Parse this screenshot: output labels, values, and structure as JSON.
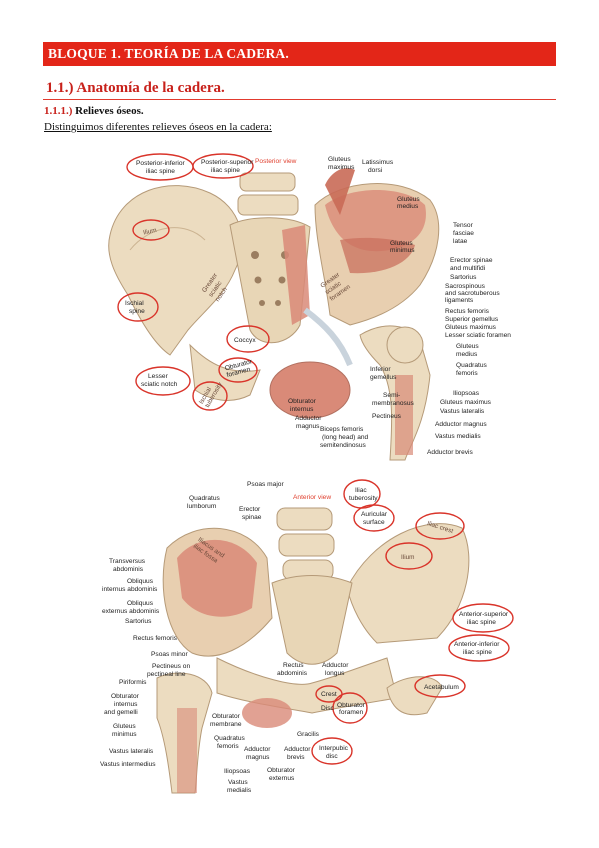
{
  "header": {
    "banner": "BLOQUE 1. TEORÍA DE LA CADERA.",
    "section": "1.1.) Anatomía de la cadera.",
    "subsection_num": "1.1.1.)",
    "subsection_title": "Relieves óseos.",
    "intro": "Distinguimos diferentes relieves óseos en la cadera:"
  },
  "figure1": {
    "view": "Posterior view",
    "labels": {
      "pi_spine": [
        "Posterior-inferior",
        "iliac spine"
      ],
      "ps_spine": [
        "Posterior-superior",
        "iliac spine"
      ],
      "gluteus_maximus": [
        "Gluteus",
        "maximus"
      ],
      "latissimus": [
        "Latissimus",
        "dorsi"
      ],
      "gluteus_medius": [
        "Gluteus",
        "medius"
      ],
      "tensor": [
        "Tensor",
        "fasciae",
        "latae"
      ],
      "gluteus_minimus": [
        "Gluteus",
        "minimus"
      ],
      "erector": [
        "Erector spinae",
        "and multifidi"
      ],
      "sartorius": "Sartorius",
      "ilium": "Ilium",
      "greater_sciatic_notch": [
        "Greater",
        "sciatic",
        "notch"
      ],
      "greater_sciatic_foramen": [
        "Greater",
        "sciatic",
        "foramen"
      ],
      "sacrospinous": [
        "Sacrospinous",
        "and sacrotuberous",
        "ligaments"
      ],
      "ischial_spine": [
        "Ischial",
        "spine"
      ],
      "rectus_femoris": "Rectus femoris",
      "superior_gemellus": "Superior gemellus",
      "gluteus_maximus2": "Gluteus maximus",
      "lesser_sciatic_foramen": "Lesser sciatic foramen",
      "coccyx": "Coccyx",
      "gluteus_medius2": [
        "Gluteus",
        "medius"
      ],
      "quadratus": [
        "Quadratus",
        "femoris"
      ],
      "obturator_foramen": [
        "Obturator",
        "foramen"
      ],
      "lesser_sciatic_notch": [
        "Lesser",
        "sciatic notch"
      ],
      "ischial_tuberosity": [
        "Ischial",
        "tuberosity"
      ],
      "inferior_gemellus": [
        "Inferior",
        "gemellus"
      ],
      "iliopsoas": "Iliopsoas",
      "gluteus_maximus3": "Gluteus maximus",
      "obturator_internus": [
        "Obturator",
        "internus"
      ],
      "semimembranosus": [
        "Semi-",
        "membranosus"
      ],
      "vastus_lateralis": "Vastus lateralis",
      "adductor_magnus": [
        "Adductor",
        "magnus"
      ],
      "pectineus": "Pectineus",
      "adductor_magnus2": "Adductor magnus",
      "biceps": [
        "Biceps femoris",
        "(long head) and",
        "semitendinosus"
      ],
      "vastus_medialis": "Vastus medialis",
      "adductor_brevis": "Adductor brevis"
    }
  },
  "figure2": {
    "view": "Anterior view",
    "labels": {
      "psoas_major": "Psoas major",
      "quadratus_lumborum": [
        "Quadratus",
        "lumborum"
      ],
      "erector": [
        "Erector",
        "spinae"
      ],
      "iliac_tuberosity": [
        "Iliac",
        "tuberosity"
      ],
      "auricular": [
        "Auricular",
        "surface"
      ],
      "iliac_crest": "Iliac crest",
      "transversus": [
        "Transversus",
        "abdominis"
      ],
      "iliacus": [
        "Iliacus and",
        "iliac fossa"
      ],
      "ilium": "Ilium",
      "obliquus_int": [
        "Obliquus",
        "internus abdominis"
      ],
      "obliquus_ext": [
        "Obliquus",
        "externus abdominis"
      ],
      "sartorius": "Sartorius",
      "as_spine": [
        "Anterior-superior",
        "iliac spine"
      ],
      "rectus_femoris": "Rectus femoris",
      "ai_spine": [
        "Anterior-inferior",
        "iliac spine"
      ],
      "psoas_minor": "Psoas minor",
      "pectineus": [
        "Pectineus on",
        "pectineal line"
      ],
      "piriformis": "Piriformis",
      "rectus_abdominis": [
        "Rectus",
        "abdominis"
      ],
      "adductor_longus": [
        "Adductor",
        "longus"
      ],
      "acetabulum": "Acetabulum",
      "crest": "Crest",
      "obturator_ig": [
        "Obturator",
        "internus",
        "and gemelli"
      ],
      "obturator_foramen": [
        "Obturator",
        "foramen"
      ],
      "gluteus_minimus": [
        "Gluteus",
        "minimus"
      ],
      "disc": "Disc",
      "obturator_membrane": [
        "Obturator",
        "membrane"
      ],
      "quadratus_femoris": [
        "Quadratus",
        "femoris"
      ],
      "gracilis": "Gracilis",
      "vastus_lateralis": "Vastus lateralis",
      "adductor_magnus": [
        "Adductor",
        "magnus"
      ],
      "adductor_brevis": [
        "Adductor",
        "brevis"
      ],
      "interpubic": [
        "Interpubic",
        "disc"
      ],
      "vastus_intermedius": "Vastus intermedius",
      "iliopsoas": "Iliopsoas",
      "obturator_externus": [
        "Obturator",
        "externus"
      ],
      "vastus_medialis": [
        "Vastus",
        "medialis"
      ]
    }
  },
  "colors": {
    "accent": "#e32618",
    "circle": "#d9342a",
    "bone": "#ecdcc0",
    "muscle": "#d98a78"
  }
}
